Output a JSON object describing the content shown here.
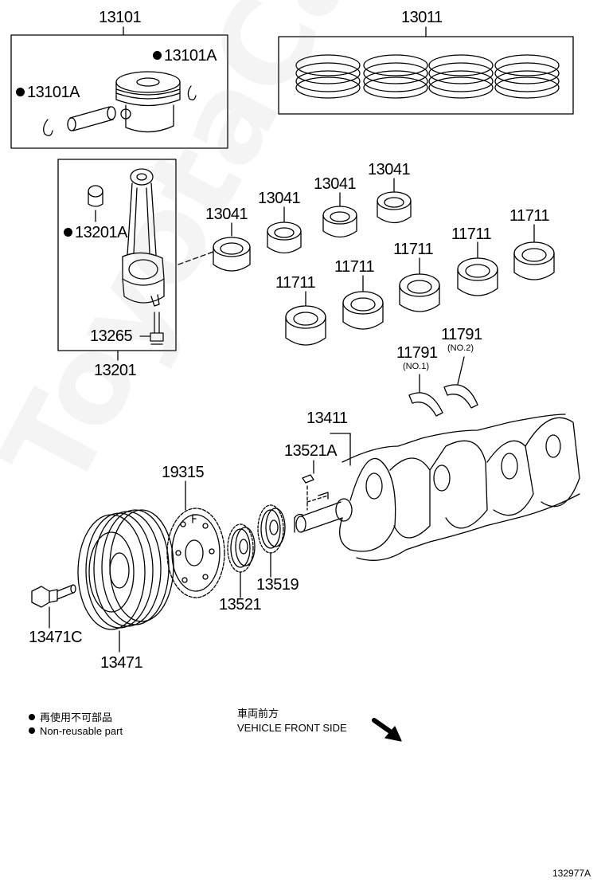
{
  "watermark": "ToyotaCarMine.ru",
  "parts": {
    "p13101": "13101",
    "p13011": "13011",
    "p13101A_right": "13101A",
    "p13101A_left": "13101A",
    "p13201A": "13201A",
    "p13265": "13265",
    "p13201": "13201",
    "p13041_a": "13041",
    "p13041_b": "13041",
    "p13041_c": "13041",
    "p13041_d": "13041",
    "p11711_a": "11711",
    "p11711_b": "11711",
    "p11711_c": "11711",
    "p11711_d": "11711",
    "p11711_e": "11711",
    "p11791_no2": "11791",
    "p11791_no1": "11791",
    "no2": "(NO.2)",
    "no1": "(NO.1)",
    "p13411": "13411",
    "p13521A": "13521A",
    "p19315": "19315",
    "p13519": "13519",
    "p13521": "13521",
    "p13471C": "13471C",
    "p13471": "13471"
  },
  "legend": {
    "jp": "再使用不可部品",
    "en": "Non-reusable part"
  },
  "front_side": {
    "jp": "車両前方",
    "en": "VEHICLE FRONT SIDE"
  },
  "figure_id": "132977A"
}
